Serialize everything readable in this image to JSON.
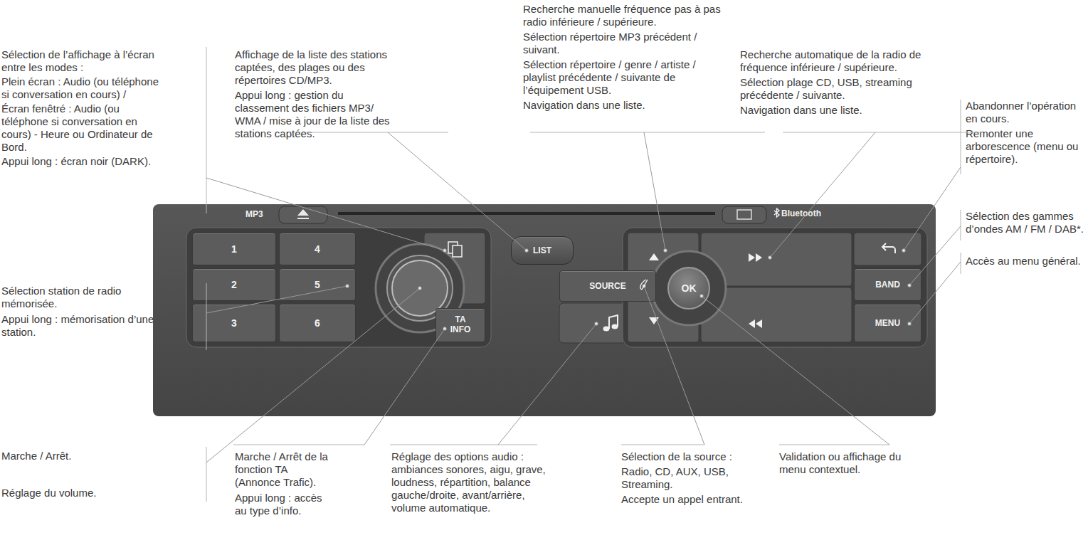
{
  "diagram": {
    "nodes": [
      {
        "text": [
          "MP3",
          "Bluetooth"
        ]
      },
      {
        "text": [
          "1"
        ],
        "in": 0
      },
      {
        "text": [
          "4"
        ],
        "in": 0
      },
      {
        "text": [
          "2"
        ],
        "in": 0
      },
      {
        "text": [
          "5"
        ],
        "in": 0
      },
      {
        "text": [
          "3"
        ],
        "in": 0
      },
      {
        "text": [
          "6"
        ],
        "in": 0
      },
      {
        "text": [
          "TA INFO"
        ],
        "in": 0
      },
      {
        "text": [
          "LIST"
        ],
        "in": 0
      },
      {
        "text": [
          "SOURCE"
        ],
        "in": 0
      },
      {
        "text": [
          "OK"
        ],
        "in": 0
      },
      {
        "text": [
          "BAND"
        ],
        "in": 0
      },
      {
        "text": [
          "MENU"
        ],
        "in": 0
      }
    ],
    "labels": [
      "Sélection de l’affichage à l’écran entre les modes :",
      "Plein écran : Audio (ou téléphone si conversation en cours) /",
      "Écran fenêtré : Audio (ou téléphone si conversation en cours) - Heure ou Ordinateur de Bord.",
      "Appui long : écran noir (DARK).",
      "Affichage de la liste des stations captées, des plages ou des répertoires CD/MP3.",
      "Appui long : gestion du classement des fichiers MP3/ WMA / mise à jour de la liste des stations captées.",
      "Recherche manuelle fréquence pas à pas radio inférieure / supérieure.",
      "Sélection répertoire MP3 précédent / suivant.",
      "Sélection répertoire / genre / artiste / playlist précédente / suivante de l’équipement USB.",
      "Navigation dans une liste.",
      "Recherche automatique de la radio de fréquence inférieure / supérieure.",
      "Sélection plage CD, USB, streaming précédente / suivante.",
      "Navigation dans une liste.",
      "Abandonner l’opération en cours.",
      "Remonter une arborescence (menu ou répertoire).",
      "Sélection des gammes d’ondes AM / FM / DAB*.",
      "Accès au menu général.",
      "Sélection station de radio mémorisée.",
      "Appui long : mémorisation d’une station.",
      "Marche / Arrêt.",
      "Réglage du volume.",
      "Marche / Arrêt de la fonction TA (Annonce Trafic).",
      "Appui long : accès au type d’info.",
      "Réglage des options audio :",
      "ambiances sonores, aigu, grave, loudness, répartition, balance gauche/droite, avant/arrière, volume automatique.",
      "Sélection de la source :",
      "Radio, CD, AUX, USB, Streaming.",
      "Accepte un appel entrant.",
      "Validation ou affichage du menu contextuel."
    ]
  }
}
